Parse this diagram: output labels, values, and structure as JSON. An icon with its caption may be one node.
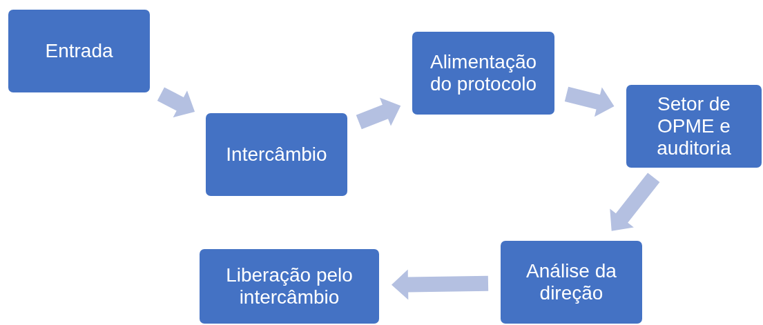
{
  "diagram": {
    "nodes": [
      {
        "text": [
          "Entrada"
        ]
      },
      {
        "text": [
          "Intercâmbio"
        ]
      },
      {
        "text": [
          "Alimentação do protocolo"
        ]
      },
      {
        "text": [
          "Setor de OPME e auditoria"
        ]
      },
      {
        "text": [
          "Análise da direção"
        ]
      },
      {
        "text": [
          "Liberação pelo intercâmbio"
        ]
      }
    ],
    "edges": [
      {
        "from": 0,
        "to": 1,
        "arrow": "to"
      },
      {
        "from": 1,
        "to": 2,
        "arrow": "to"
      },
      {
        "from": 2,
        "to": 3,
        "arrow": "to"
      },
      {
        "from": 3,
        "to": 4,
        "arrow": "to"
      },
      {
        "from": 4,
        "to": 5,
        "arrow": "to"
      }
    ]
  }
}
